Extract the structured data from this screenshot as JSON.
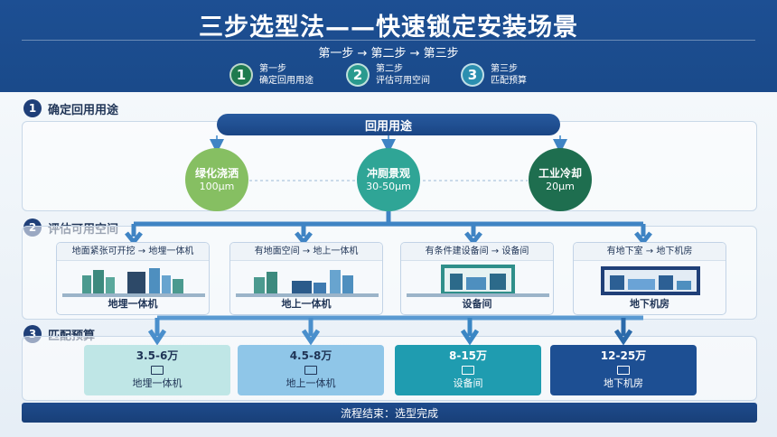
{
  "header": {
    "title": "三步选型法——快速锁定安装场景",
    "subtitle": "第一步 → 第二步 → 第三步",
    "steps": [
      {
        "num": "1",
        "line1": "第一步",
        "line2": "确定回用用途",
        "color": "#1f7a4f"
      },
      {
        "num": "2",
        "line1": "第二步",
        "line2": "评估可用空间",
        "color": "#2a9a8e"
      },
      {
        "num": "3",
        "line1": "第三步",
        "line2": "匹配预算",
        "color": "#2b8fb0"
      }
    ]
  },
  "section1": {
    "num": "1",
    "title": "确定回用用途",
    "bar_label": "回用用途",
    "uses": [
      {
        "label": "绿化浇洒",
        "value": "100μm",
        "color": "#86bf62"
      },
      {
        "label": "冲厕景观",
        "value": "30-50μm",
        "color": "#2fa596"
      },
      {
        "label": "工业冷却",
        "value": "20μm",
        "color": "#1e6e4f"
      }
    ]
  },
  "section2": {
    "num": "2",
    "title": "评估可用空间",
    "cards": [
      {
        "head": "地面紧张可开挖 → 地埋一体机",
        "foot": "地埋一体机"
      },
      {
        "head": "有地面空间 → 地上一体机",
        "foot": "地上一体机"
      },
      {
        "head": "有条件建设备间 → 设备间",
        "foot": "设备间"
      },
      {
        "head": "有地下室 → 地下机房",
        "foot": "地下机房"
      }
    ]
  },
  "section3": {
    "num": "3",
    "title": "匹配预算",
    "budgets": [
      {
        "range": "3.5-6万",
        "label": "地埋一体机",
        "bg": "#bfe6e6",
        "fg": "#1f3456"
      },
      {
        "range": "4.5-8万",
        "label": "地上一体机",
        "bg": "#8fc6e8",
        "fg": "#1f3456"
      },
      {
        "range": "8-15万",
        "label": "设备间",
        "bg": "#1f9cb0",
        "fg": "#ffffff"
      },
      {
        "range": "12-25万",
        "label": "地下机房",
        "bg": "#1d4f93",
        "fg": "#ffffff"
      }
    ]
  },
  "footer": {
    "label": "流程结束：选型完成"
  },
  "colors": {
    "header": "#1d4f93",
    "connector": "#3f84c4",
    "dark_navy": "#1f3f78"
  }
}
